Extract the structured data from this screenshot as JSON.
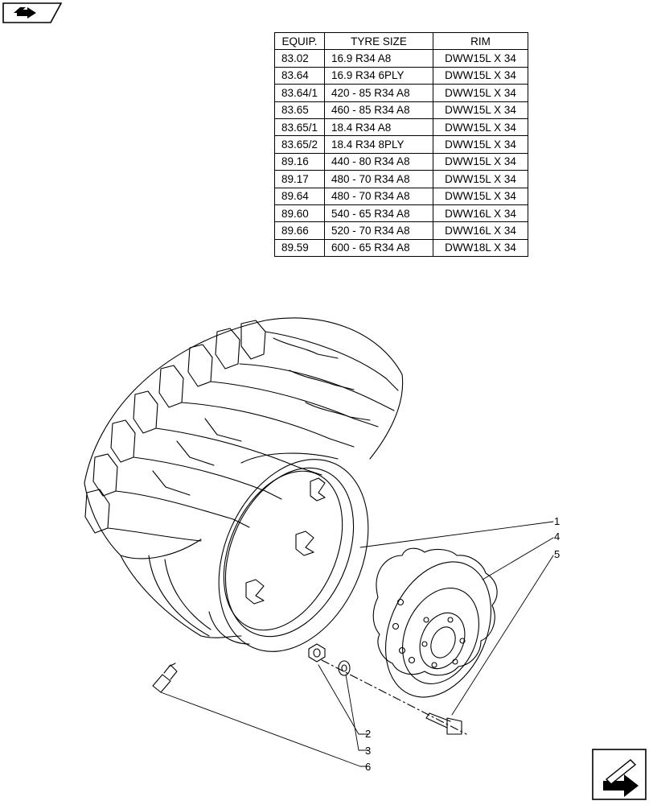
{
  "table": {
    "headers": [
      "EQUIP.",
      "TYRE SIZE",
      "RIM"
    ],
    "rows": [
      [
        "83.02",
        "16.9 R34 A8",
        "DWW15L X 34"
      ],
      [
        "83.64",
        "16.9 R34 6PLY",
        "DWW15L X 34"
      ],
      [
        "83.64/1",
        "420 - 85 R34 A8",
        "DWW15L X 34"
      ],
      [
        "83.65",
        "460 - 85 R34 A8",
        "DWW15L X 34"
      ],
      [
        "83.65/1",
        "18.4 R34 A8",
        "DWW15L X 34"
      ],
      [
        "83.65/2",
        "18.4 R34 8PLY",
        "DWW15L X 34"
      ],
      [
        "89.16",
        "440 - 80 R34 A8",
        "DWW15L X 34"
      ],
      [
        "89.17",
        "480 - 70 R34 A8",
        "DWW15L X 34"
      ],
      [
        "89.64",
        "480 - 70 R34 A8",
        "DWW15L X 34"
      ],
      [
        "89.60",
        "540 - 65 R34 A8",
        "DWW16L X 34"
      ],
      [
        "89.66",
        "520 - 70 R34 A8",
        "DWW16L X 34"
      ],
      [
        "89.59",
        "600 - 65 R34 A8",
        "DWW18L X 34"
      ]
    ]
  },
  "callouts": {
    "c1": "1",
    "c2": "2",
    "c3": "3",
    "c4": "4",
    "c5": "5",
    "c6": "6"
  },
  "icons": {
    "top_left": "page-navigation-icon",
    "bottom_right": "next-page-arrow-icon"
  }
}
